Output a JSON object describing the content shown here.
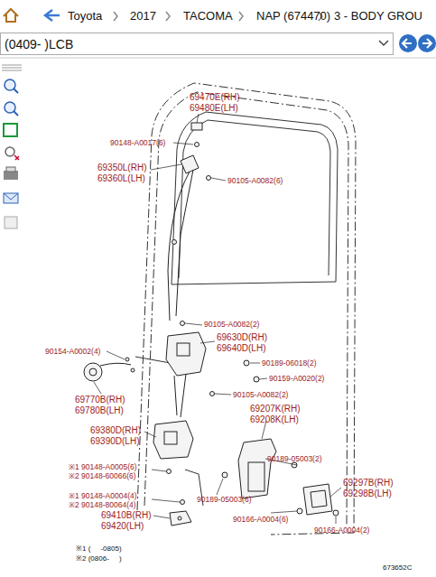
{
  "diagram": {
    "labels": [
      "Toyota",
      "2017",
      "TACOMA",
      "NAP (674470)",
      "3 - BODY GROU",
      "(0409- )LCB",
      "69470E(RH)",
      "69480E(LH)",
      "90148-A0017(6)",
      "69350L(RH)",
      "69360L(LH)",
      "90105-A0082(6)",
      "90105-A0082(2)",
      "90154-A0002(4)",
      "69630D(RH)",
      "69640D(LH)",
      "90189-06018(2)",
      "90159-A0020(2)",
      "90105-A0082(2)",
      "69770B(RH)",
      "69780B(LH)",
      "69207K(RH)",
      "69208K(LH)",
      "69380D(RH)",
      "69390D(LH)",
      "90189-05003(2)",
      "※1 90148-A0005(6)",
      "※2 90148-60066(6)",
      "69297B(RH)",
      "69298B(LH)",
      "※1 90148-A0004(4)",
      "※2 90148-80064(4)",
      "90189-05003(6)",
      "69410B(RH)",
      "69420(LH)",
      "90166-A0004(6)",
      "90166-A0004(2)",
      "※1 (     -0805)",
      "※2 (0806-     )",
      "673652C"
    ]
  }
}
